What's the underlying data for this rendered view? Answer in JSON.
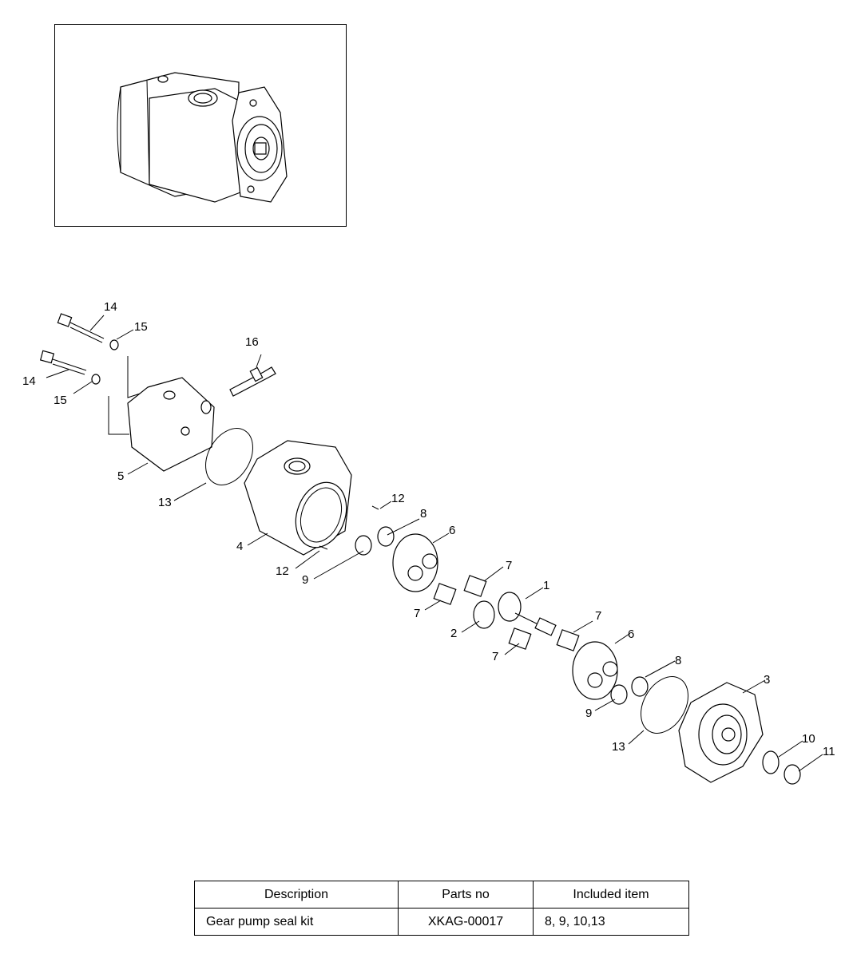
{
  "callouts": {
    "c1": "1",
    "c2": "2",
    "c3": "3",
    "c4": "4",
    "c5": "5",
    "c6a": "6",
    "c6b": "6",
    "c7a": "7",
    "c7b": "7",
    "c7c": "7",
    "c7d": "7",
    "c8a": "8",
    "c8b": "8",
    "c9a": "9",
    "c9b": "9",
    "c10": "10",
    "c11": "11",
    "c12a": "12",
    "c12b": "12",
    "c13a": "13",
    "c13b": "13",
    "c14a": "14",
    "c14b": "14",
    "c15a": "15",
    "c15b": "15",
    "c16": "16"
  },
  "table": {
    "headers": [
      "Description",
      "Parts no",
      "Included item"
    ],
    "rows": [
      [
        "Gear pump seal kit",
        "XKAG-00017",
        "8, 9, 10,13"
      ]
    ]
  }
}
